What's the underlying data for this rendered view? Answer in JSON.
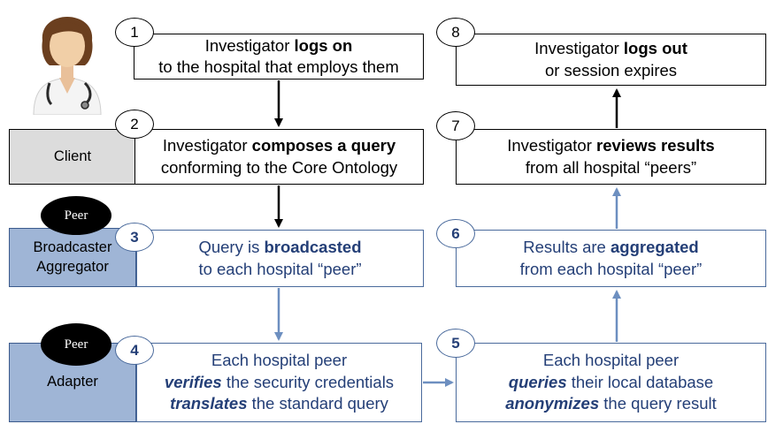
{
  "steps": [
    {
      "num": "1",
      "lines": [
        [
          {
            "t": "Investigator "
          },
          {
            "t": "logs on",
            "s": "b"
          }
        ],
        [
          {
            "t": "to the hospital that employs them"
          }
        ]
      ]
    },
    {
      "num": "2",
      "lines": [
        [
          {
            "t": "Investigator "
          },
          {
            "t": "composes a query",
            "s": "b"
          }
        ],
        [
          {
            "t": "conforming to the Core Ontology"
          }
        ]
      ]
    },
    {
      "num": "3",
      "lines": [
        [
          {
            "t": "Query is "
          },
          {
            "t": "broadcasted",
            "s": "b"
          }
        ],
        [
          {
            "t": "to each hospital “peer”"
          }
        ]
      ]
    },
    {
      "num": "4",
      "lines": [
        [
          {
            "t": "Each hospital peer"
          }
        ],
        [
          {
            "t": "verifies",
            "s": "i"
          },
          {
            "t": " the security credentials"
          }
        ],
        [
          {
            "t": "translates",
            "s": "i"
          },
          {
            "t": " the standard query"
          }
        ]
      ]
    },
    {
      "num": "5",
      "lines": [
        [
          {
            "t": "Each hospital peer"
          }
        ],
        [
          {
            "t": "queries",
            "s": "i"
          },
          {
            "t": " their local database"
          }
        ],
        [
          {
            "t": "anonymizes",
            "s": "i"
          },
          {
            "t": " the query result"
          }
        ]
      ]
    },
    {
      "num": "6",
      "lines": [
        [
          {
            "t": "Results are "
          },
          {
            "t": "aggregated",
            "s": "b"
          }
        ],
        [
          {
            "t": "from each hospital “peer”"
          }
        ]
      ]
    },
    {
      "num": "7",
      "lines": [
        [
          {
            "t": "Investigator "
          },
          {
            "t": "reviews results",
            "s": "b"
          }
        ],
        [
          {
            "t": "from all hospital “peers”"
          }
        ]
      ]
    },
    {
      "num": "8",
      "lines": [
        [
          {
            "t": "Investigator "
          },
          {
            "t": "logs out",
            "s": "b"
          }
        ],
        [
          {
            "t": "or session expires"
          }
        ]
      ]
    }
  ],
  "side_labels": {
    "client": "Client",
    "broadcaster_line1": "Broadcaster",
    "broadcaster_line2": "Aggregator",
    "adapter": "Adapter"
  },
  "peer_badge": "Peer",
  "icons": {
    "investigator": "doctor-icon"
  },
  "colors": {
    "black": "#000000",
    "blue_text": "#243f77",
    "blue_border": "#4a6a9c",
    "blue_fill": "#9fb5d6",
    "grey_fill": "#dcdcdc",
    "arrow_blue": "#6d8fc0"
  }
}
